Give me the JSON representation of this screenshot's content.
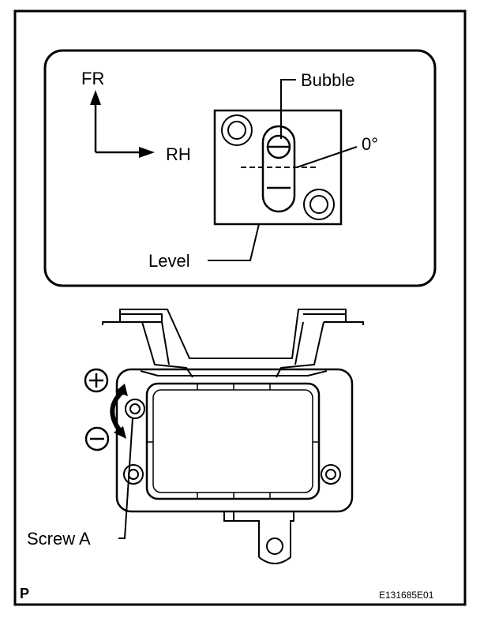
{
  "inset": {
    "arrow_fr_label": "FR",
    "arrow_rh_label": "RH",
    "bubble_label": "Bubble",
    "angle_label": "0°",
    "level_label": "Level"
  },
  "bracket": {
    "screw_label": "Screw A",
    "plus_symbol": "+",
    "minus_symbol": "−"
  },
  "footer": {
    "page_mark": "P",
    "figure_code": "E131685E01"
  },
  "icons": [
    "plus-circle-icon",
    "minus-circle-icon",
    "adjust-arrow-icon"
  ]
}
